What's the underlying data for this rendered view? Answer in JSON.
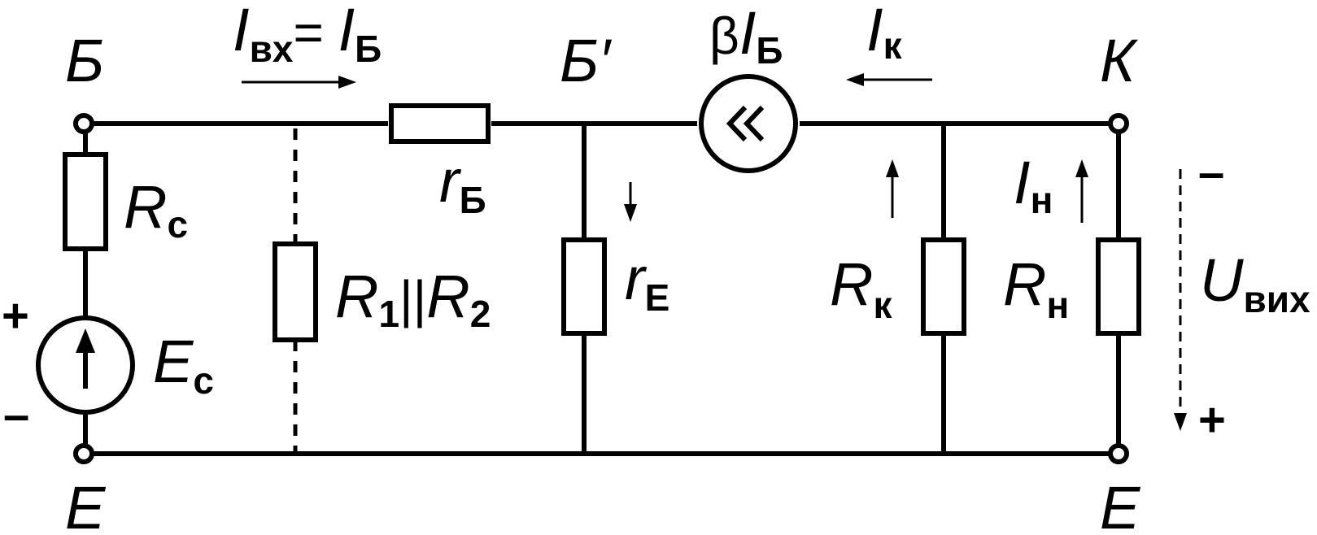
{
  "nodes": {
    "base": "Б",
    "base_internal": "Б′",
    "collector": "К",
    "emitter_left": "Е",
    "emitter_right": "Е"
  },
  "currents": {
    "input": {
      "symbol": "I",
      "sub": "вх",
      "eq": "= ",
      "rhs_symbol": "I",
      "rhs_sub": "Б"
    },
    "source": {
      "prefix": "β",
      "symbol": "I",
      "sub": "Б"
    },
    "collector": {
      "symbol": "I",
      "sub": "к"
    },
    "load": {
      "symbol": "I",
      "sub": "н"
    }
  },
  "components": {
    "rc": {
      "symbol": "R",
      "sub": "с"
    },
    "ec": {
      "symbol": "E",
      "sub": "с"
    },
    "r12": {
      "r1": "R",
      "sub1": "1",
      "par": "||",
      "r2": "R",
      "sub2": "2"
    },
    "rb": {
      "symbol": "r",
      "sub": "Б"
    },
    "re": {
      "symbol": "r",
      "sub": "Е"
    },
    "rk": {
      "symbol": "R",
      "sub": "к"
    },
    "rn": {
      "symbol": "R",
      "sub": "н"
    },
    "source_glyph": "«"
  },
  "output": {
    "symbol": "U",
    "sub": "вих"
  },
  "polarity": {
    "plus": "+",
    "minus": "–"
  }
}
